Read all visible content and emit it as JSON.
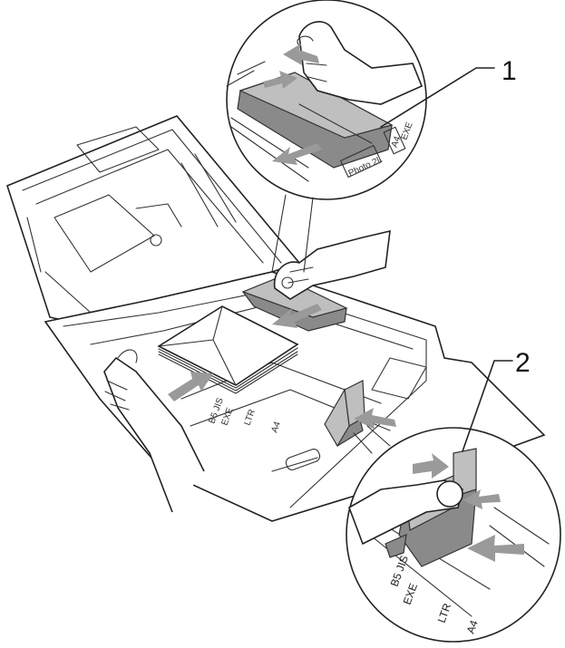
{
  "callouts": {
    "one": "1",
    "two": "2"
  },
  "tray_markings": {
    "photo_2l": "Photo 2L",
    "a4": "A4",
    "ltr": "LTR",
    "exe": "EXE",
    "b5_jis": "B5 JIS"
  },
  "colors": {
    "line": "#222222",
    "part_grey": "#bfbfbf",
    "arrow_grey": "#9a9a9a",
    "background": "#ffffff"
  }
}
